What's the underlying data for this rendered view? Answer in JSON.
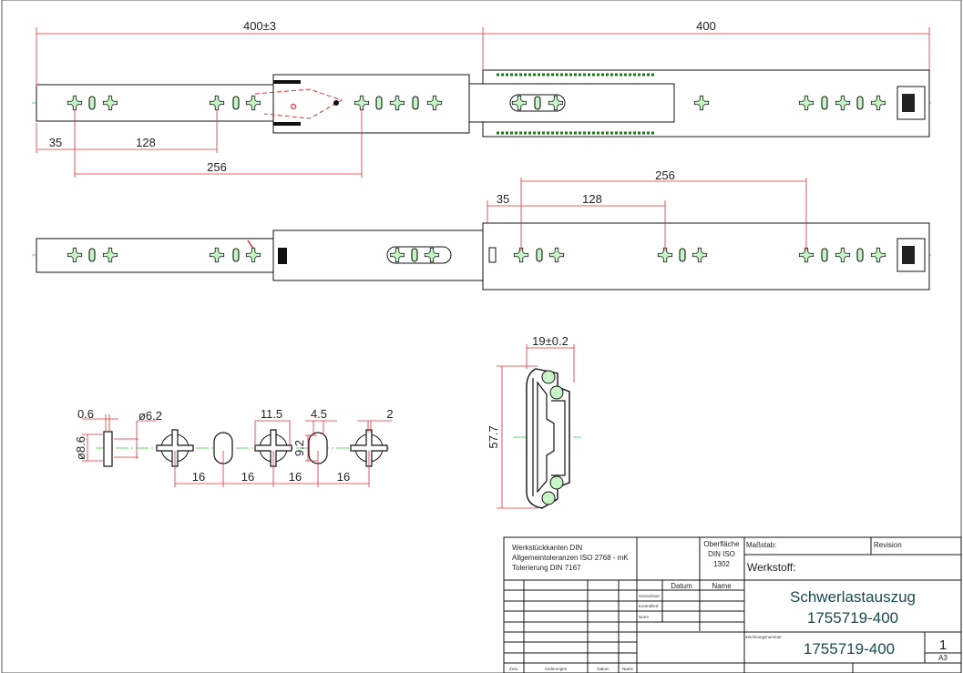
{
  "top_view": {
    "dim_overall_left": "400±3",
    "dim_overall_right": "400",
    "dim_35": "35",
    "dim_128": "128",
    "dim_256": "256"
  },
  "bottom_view": {
    "dim_35": "35",
    "dim_128": "128",
    "dim_256": "256"
  },
  "section_view": {
    "dim_width": "19±0.2",
    "dim_height": "57.7"
  },
  "hole_detail": {
    "dim_washer_thickness": "0.6",
    "dim_washer_inner": "ø6.2",
    "dim_washer_outer": "ø8.6",
    "dim_cross_width": "11.5",
    "dim_slot_width": "4.5",
    "dim_slot_height": "9.2",
    "dim_arm": "2",
    "pitch": [
      "16",
      "16",
      "16",
      "16"
    ]
  },
  "title_block": {
    "general_notes": [
      "Werkstückkanten DIN",
      "Allgemeintoleranzen ISO 2768 - mK",
      "Tolerierung DIN 7167"
    ],
    "surface_label": [
      "Oberfläche",
      "DIN ISO",
      "1302"
    ],
    "scale_label": "Maßstab:",
    "revision_label": "Revision",
    "material_label": "Werkstoff:",
    "datum_label": "Datum",
    "name_label": "Name",
    "row_labels": [
      "Gezeichnet",
      "Kontrolliert",
      "Norm"
    ],
    "title": "Schwerlastauszug",
    "title_number": "1755719-400",
    "drawing_number_label": "Zeichnungsnummer:",
    "drawing_number": "1755719-400",
    "sheet": "1",
    "format": "A3",
    "footer": [
      "Zust.",
      "Änderungen",
      "Datum",
      "Name"
    ]
  },
  "colors": {
    "dimension": "#e0303a",
    "centerline": "#2fd22f",
    "hole_fill": "#c8f5c8"
  }
}
